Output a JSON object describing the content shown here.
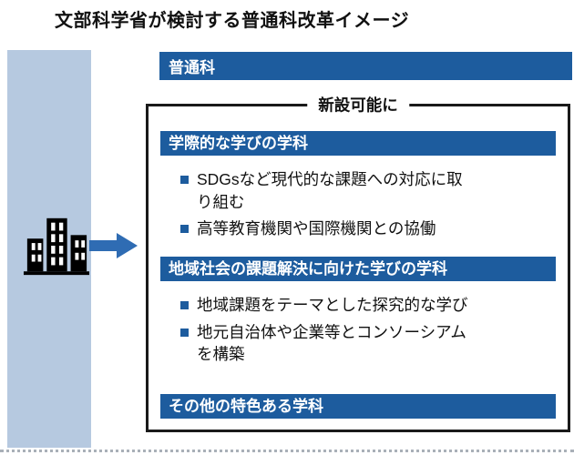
{
  "title": "文部科学省が検討する普通科改革イメージ",
  "general_course": {
    "label": "普通科"
  },
  "box": {
    "label": "新設可能に",
    "sections": [
      {
        "heading": "学際的な学びの学科",
        "bullets": [
          "SDGsなど現代的な課題への対応に取り組む",
          "高等教育機関や国際機関との協働"
        ]
      },
      {
        "heading": "地域社会の課題解決に向けた学びの学科",
        "bullets": [
          "地域課題をテーマとした探究的な学び",
          "地元自治体や企業等とコンソーシアムを構築"
        ]
      },
      {
        "heading": "その他の特色ある学科",
        "bullets": []
      }
    ]
  },
  "icons": {
    "building": "building-icon",
    "arrow": "right-arrow-icon"
  },
  "colors": {
    "header_blue": "#1d5c9e",
    "light_blue_column": "#b6c9e0",
    "arrow_blue": "#2f6cb3",
    "border_black": "#1a1a1a"
  }
}
